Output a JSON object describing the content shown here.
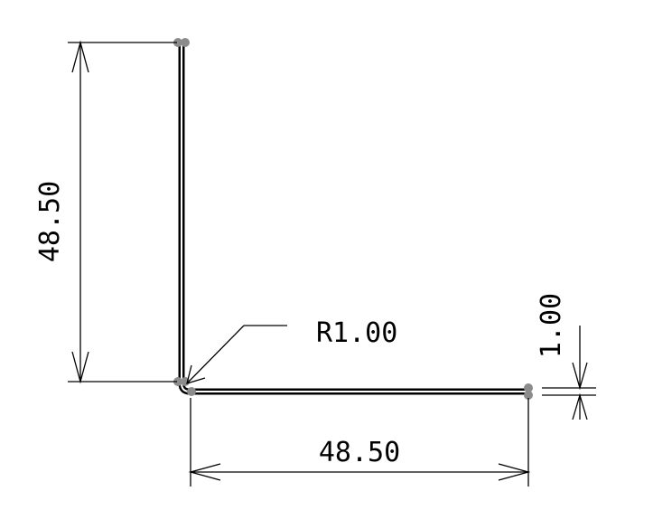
{
  "dimensions": {
    "vertical_length": "48.50",
    "horizontal_length": "48.50",
    "thickness": "1.00",
    "bend_radius": "R1.00"
  },
  "colors": {
    "line": "#000000",
    "background": "#ffffff",
    "endpoint_marker": "#8c8c8c"
  }
}
